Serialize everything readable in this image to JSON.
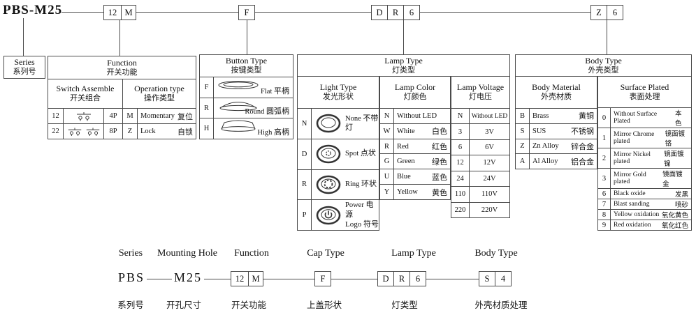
{
  "header": {
    "title": "PBS-M25",
    "code_boxes": {
      "function": [
        "12",
        "M"
      ],
      "cap": [
        "F"
      ],
      "lamp": [
        "D",
        "R",
        "6"
      ],
      "body": [
        "Z",
        "6"
      ]
    }
  },
  "series_box": {
    "en": "Series",
    "zh": "系列号"
  },
  "function_table": {
    "en": "Function",
    "zh": "开关功能",
    "assemble_en": "Switch Assemble",
    "assemble_zh": "开关组合",
    "operation_en": "Operation type",
    "operation_zh": "操作类型",
    "rows": [
      {
        "code": "12",
        "poles": "4P",
        "op": "M",
        "op_en": "Momentary",
        "op_zh": "复位"
      },
      {
        "code": "22",
        "poles": "8P",
        "op": "Z",
        "op_en": "Lock",
        "op_zh": "自锁"
      }
    ]
  },
  "button_table": {
    "en": "Button Type",
    "zh": "按键类型",
    "rows": [
      {
        "code": "F",
        "en": "Flat",
        "zh": "平柄"
      },
      {
        "code": "R",
        "en": "Round",
        "zh": "圆弧柄"
      },
      {
        "code": "H",
        "en": "High",
        "zh": "高柄"
      }
    ]
  },
  "lamp_table": {
    "en": "Lamp Type",
    "zh": "灯类型",
    "light": {
      "en": "Light Type",
      "zh": "发光形状",
      "rows": [
        {
          "code": "N",
          "en": "None",
          "zh": "不带灯"
        },
        {
          "code": "D",
          "en": "Spot",
          "zh": "点状"
        },
        {
          "code": "R",
          "en": "Ring",
          "zh": "环状"
        },
        {
          "code": "P",
          "en": "Power",
          "zh": "电源",
          "line2": "Logo 符号"
        }
      ]
    },
    "color": {
      "en": "Lamp Color",
      "zh": "灯颜色",
      "rows": [
        {
          "code": "N",
          "en": "Without LED",
          "zh": ""
        },
        {
          "code": "W",
          "en": "White",
          "zh": "白色"
        },
        {
          "code": "R",
          "en": "Red",
          "zh": "红色"
        },
        {
          "code": "G",
          "en": "Green",
          "zh": "绿色"
        },
        {
          "code": "U",
          "en": "Blue",
          "zh": "蓝色"
        },
        {
          "code": "Y",
          "en": "Yellow",
          "zh": "黄色"
        }
      ]
    },
    "voltage": {
      "en": "Lamp Voltage",
      "zh": "灯电压",
      "rows": [
        {
          "code": "N",
          "val": "Without LED"
        },
        {
          "code": "3",
          "val": "3V"
        },
        {
          "code": "6",
          "val": "6V"
        },
        {
          "code": "12",
          "val": "12V"
        },
        {
          "code": "24",
          "val": "24V"
        },
        {
          "code": "110",
          "val": "110V"
        },
        {
          "code": "220",
          "val": "220V"
        }
      ]
    }
  },
  "body_table": {
    "en": "Body Type",
    "zh": "外壳类型",
    "material": {
      "en": "Body Material",
      "zh": "外壳材质",
      "rows": [
        {
          "code": "B",
          "en": "Brass",
          "zh": "黄铜"
        },
        {
          "code": "S",
          "en": "SUS",
          "zh": "不锈钢"
        },
        {
          "code": "Z",
          "en": "Zn Alloy",
          "zh": "锌合金"
        },
        {
          "code": "A",
          "en": "Al Alloy",
          "zh": "铝合金"
        }
      ]
    },
    "surface": {
      "en": "Surface Plated",
      "zh": "表面处理",
      "rows": [
        {
          "code": "0",
          "en": "Without Surface Plated",
          "zh": "本色"
        },
        {
          "code": "1",
          "en": "Mirror Chrome plated",
          "zh": "镜面镀铬"
        },
        {
          "code": "2",
          "en": "Mirror Nickel plated",
          "zh": "镜面镀镍"
        },
        {
          "code": "3",
          "en": "Mirror Gold plated",
          "zh": "镜面镀金"
        },
        {
          "code": "6",
          "en": "Black oxide",
          "zh": "发黑"
        },
        {
          "code": "7",
          "en": "Blast sanding",
          "zh": "喷砂"
        },
        {
          "code": "8",
          "en": "Yellow oxidation",
          "zh": "氧化黄色"
        },
        {
          "code": "9",
          "en": "Red oxidation",
          "zh": "氧化红色"
        }
      ]
    }
  },
  "example": {
    "top_labels": [
      "Series",
      "Mounting Hole",
      "Function",
      "Cap Type",
      "Lamp Type",
      "Body Type"
    ],
    "bottom_labels": [
      "系列号",
      "开孔尺寸",
      "开关功能",
      "上盖形状",
      "灯类型",
      "外壳材质处理"
    ],
    "series": "PBS",
    "mounting": "M25",
    "function": [
      "12",
      "M"
    ],
    "cap": [
      "F"
    ],
    "lamp": [
      "D",
      "R",
      "6"
    ],
    "body": [
      "S",
      "4"
    ]
  }
}
